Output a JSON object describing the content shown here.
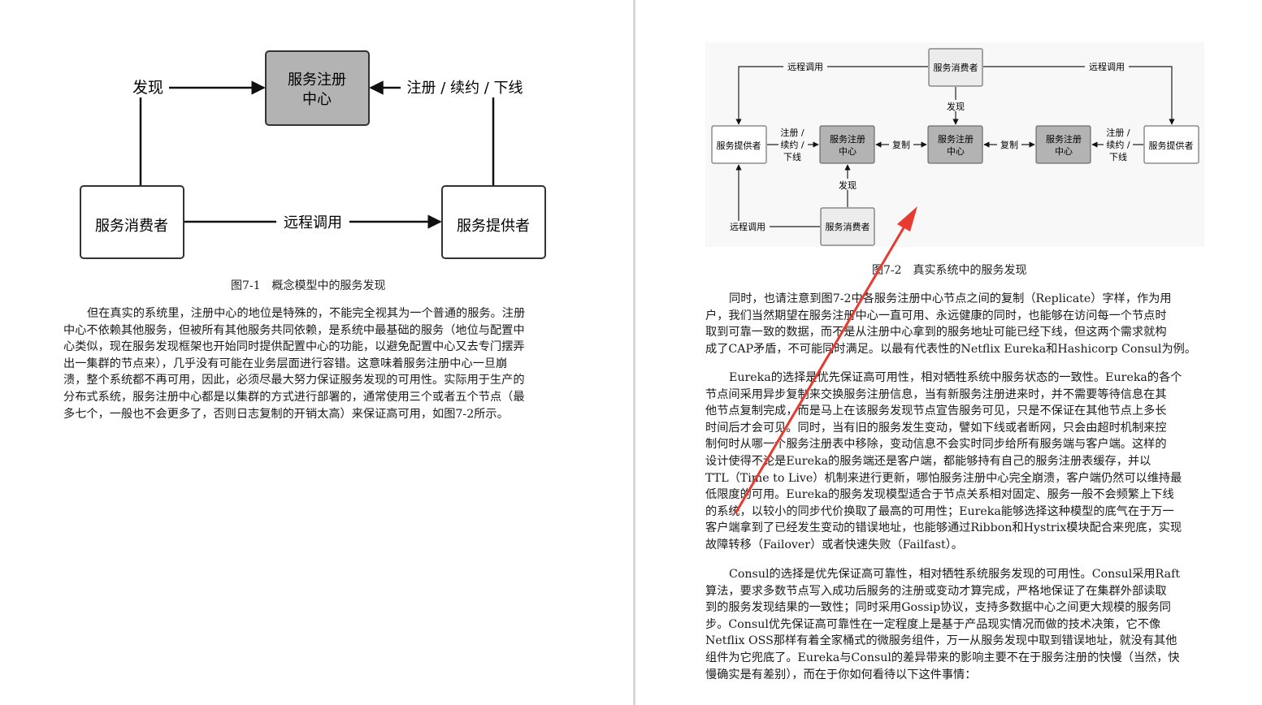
{
  "fig1": {
    "labels": {
      "center": [
        "服务注册",
        "中心"
      ],
      "discover": "发现",
      "register": "注册 / 续约 / 下线",
      "consumer": "服务消费者",
      "provider": "服务提供者",
      "rpc": "远程调用"
    },
    "caption": "图7-1　概念模型中的服务发现"
  },
  "fig2": {
    "labels": {
      "rpc": "远程调用",
      "consumer": "服务消费者",
      "provider": "服务提供者",
      "registry": [
        "服务注册",
        "中心"
      ],
      "register": [
        "注册 /",
        "续约 /",
        "下线"
      ],
      "replicate": "复制",
      "discover": "发现"
    },
    "caption": "图7-2　真实系统中的服务发现"
  },
  "left_para": [
    "但在真实的系统里，注册中心的地位是特殊的，不能完全视其为一个普通的服务。注册",
    "中心不依赖其他服务，但被所有其他服务共同依赖，是系统中最基础的服务（地位与配置中",
    "心类似，现在服务发现框架也开始同时提供配置中心的功能，以避免配置中心又去专门摆弄",
    "出一集群的节点来），几乎没有可能在业务层面进行容错。这意味着服务注册中心一旦崩",
    "溃，整个系统都不再可用，因此，必须尽最大努力保证服务发现的可用性。实际用于生产的",
    "分布式系统，服务注册中心都是以集群的方式进行部署的，通常使用三个或者五个节点（最",
    "多七个，一般也不会更多了，否则日志复制的开销太高）来保证高可用，如图7-2所示。"
  ],
  "right_paras": [
    [
      "同时，也请注意到图7-2中各服务注册中心节点之间的复制（Replicate）字样，作为用",
      "户，我们当然期望在服务注册中心一直可用、永远健康的同时，也能够在访问每一个节点时",
      "取到可靠一致的数据，而不是从注册中心拿到的服务地址可能已经下线，但这两个需求就构",
      "成了CAP矛盾，不可能同时满足。以最有代表性的Netflix Eureka和Hashicorp Consul为例。"
    ],
    [
      "Eureka的选择是优先保证高可用性，相对牺牲系统中服务状态的一致性。Eureka的各个",
      "节点间采用异步复制来交换服务注册信息，当有新服务注册进来时，并不需要等待信息在其",
      "他节点复制完成，而是马上在该服务发现节点宣告服务可见，只是不保证在其他节点上多长",
      "时间后才会可见。同时，当有旧的服务发生变动，譬如下线或者断网，只会由超时机制来控",
      "制何时从哪一个服务注册表中移除，变动信息不会实时同步给所有服务端与客户端。这样的",
      "设计使得不论是Eureka的服务端还是客户端，都能够持有自己的服务注册表缓存，并以",
      "TTL（Time to Live）机制来进行更新，哪怕服务注册中心完全崩溃，客户端仍然可以维持最",
      "低限度的可用。Eureka的服务发现模型适合于节点关系相对固定、服务一般不会频繁上下线",
      "的系统，以较小的同步代价换取了最高的可用性；Eureka能够选择这种模型的底气在于万一",
      "客户端拿到了已经发生变动的错误地址，也能够通过Ribbon和Hystrix模块配合来兜底，实现",
      "故障转移（Failover）或者快速失败（Failfast）。"
    ],
    [
      "Consul的选择是优先保证高可靠性，相对牺牲系统服务发现的可用性。Consul采用Raft",
      "算法，要求多数节点写入成功后服务的注册或变动才算完成，严格地保证了在集群外部读取",
      "到的服务发现结果的一致性；同时采用Gossip协议，支持多数据中心之间更大规模的服务同",
      "步。Consul优先保证高可靠性在一定程度上是基于产品现实情况而做的技术决策，它不像",
      "Netflix OSS那样有着全家桶式的微服务组件，万一从服务发现中取到错误地址，就没有其他",
      "组件为它兜底了。Eureka与Consul的差异带来的影响主要不在于服务注册的快慢（当然，快",
      "慢确实是有差别），而在于你如何看待以下这件事情："
    ]
  ],
  "colors": {
    "registry_fill": "#b3b3b3",
    "box_fill": "#ffffff",
    "gray_box_fill": "#ececec",
    "annotation_arrow": "#e83a2e"
  }
}
